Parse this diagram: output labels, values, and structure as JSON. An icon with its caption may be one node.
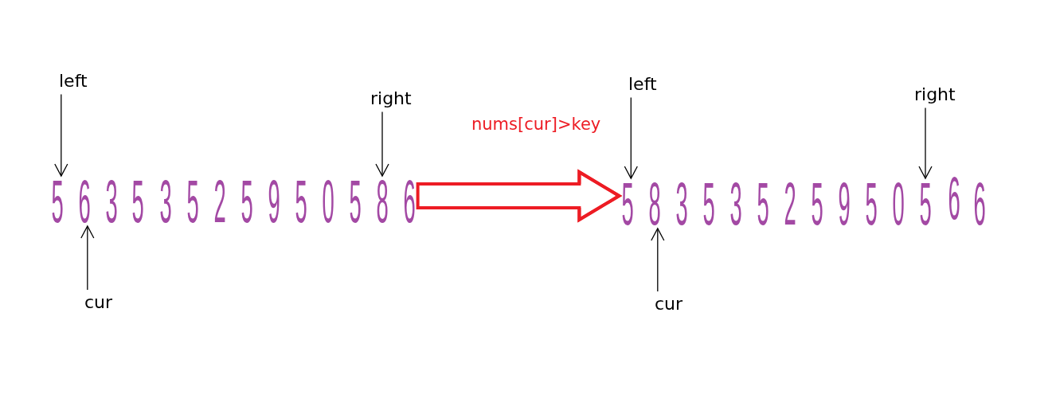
{
  "diagram": {
    "nodes": [
      {
        "text": [
          "left"
        ]
      },
      {
        "text": [
          "right"
        ]
      },
      {
        "text": [
          "5"
        ]
      },
      {
        "text": [
          "6"
        ]
      },
      {
        "text": [
          "3"
        ]
      },
      {
        "text": [
          "5"
        ]
      },
      {
        "text": [
          "3"
        ]
      },
      {
        "text": [
          "5"
        ]
      },
      {
        "text": [
          "2"
        ]
      },
      {
        "text": [
          "5"
        ]
      },
      {
        "text": [
          "9"
        ]
      },
      {
        "text": [
          "5"
        ]
      },
      {
        "text": [
          "0"
        ]
      },
      {
        "text": [
          "5"
        ]
      },
      {
        "text": [
          "8"
        ]
      },
      {
        "text": [
          "6"
        ]
      },
      {
        "text": [
          "cur"
        ]
      },
      {
        "text": [
          "left"
        ]
      },
      {
        "text": [
          "right"
        ]
      },
      {
        "text": [
          "5"
        ]
      },
      {
        "text": [
          "8"
        ]
      },
      {
        "text": [
          "3"
        ]
      },
      {
        "text": [
          "5"
        ]
      },
      {
        "text": [
          "3"
        ]
      },
      {
        "text": [
          "5"
        ]
      },
      {
        "text": [
          "2"
        ]
      },
      {
        "text": [
          "5"
        ]
      },
      {
        "text": [
          "9"
        ]
      },
      {
        "text": [
          "5"
        ]
      },
      {
        "text": [
          "0"
        ]
      },
      {
        "text": [
          "5"
        ]
      },
      {
        "text": [
          "6"
        ]
      },
      {
        "text": [
          "6"
        ]
      },
      {
        "text": [
          "cur"
        ]
      }
    ],
    "edges": [
      {
        "from": 0,
        "to": 2,
        "arrow": "to"
      },
      {
        "from": 1,
        "to": 14,
        "arrow": "to"
      },
      {
        "from": 16,
        "to": 3,
        "arrow": "to"
      },
      {
        "from": 15,
        "to": 19,
        "arrow": "to",
        "label": "nums[cur]>key",
        "style": "thick",
        "color": "#ed1c24"
      },
      {
        "from": 17,
        "to": 19,
        "arrow": "to"
      },
      {
        "from": 18,
        "to": 30,
        "arrow": "to"
      },
      {
        "from": 33,
        "to": 20,
        "arrow": "to"
      }
    ]
  }
}
